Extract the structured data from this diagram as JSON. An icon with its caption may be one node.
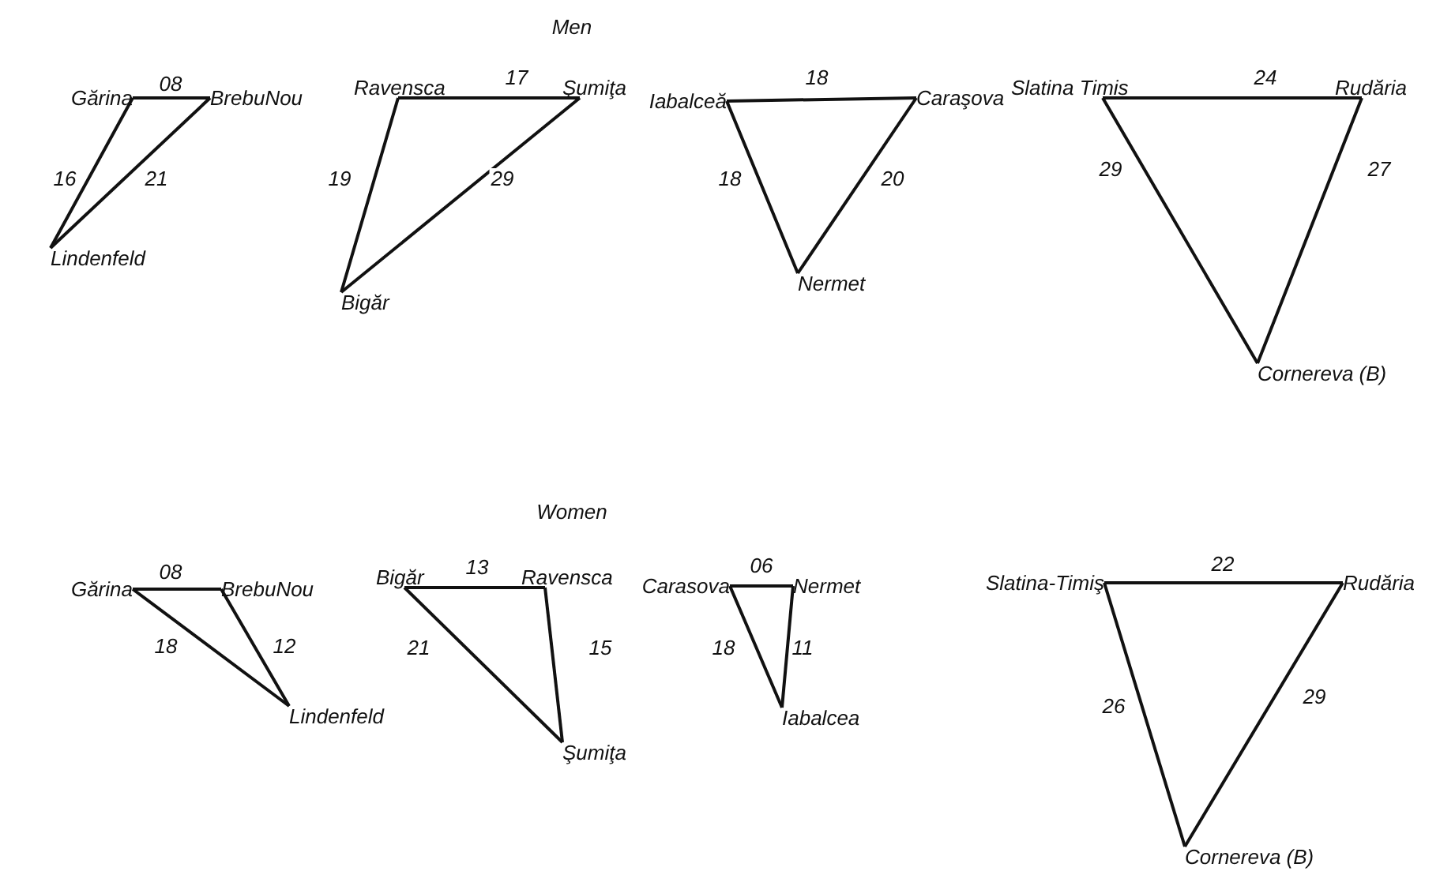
{
  "diagram": {
    "nodes": [
      {
        "text": [
          "Gărina"
        ]
      },
      {
        "text": [
          "BrebuNou"
        ]
      },
      {
        "text": [
          "Lindenfeld"
        ]
      },
      {
        "text": [
          "Ravensca"
        ]
      },
      {
        "text": [
          "Şumiţa"
        ]
      },
      {
        "text": [
          "Bigăr"
        ]
      },
      {
        "text": [
          "Iabalceă"
        ]
      },
      {
        "text": [
          "Caraşova"
        ]
      },
      {
        "text": [
          "Nermet"
        ]
      },
      {
        "text": [
          "Slatina Timis"
        ]
      },
      {
        "text": [
          "Rudăria"
        ]
      },
      {
        "text": [
          "Cornereva (B)"
        ]
      },
      {
        "text": [
          "Gărina"
        ]
      },
      {
        "text": [
          "BrebuNou"
        ]
      },
      {
        "text": [
          "Lindenfeld"
        ]
      },
      {
        "text": [
          "Bigăr"
        ]
      },
      {
        "text": [
          "Ravensca"
        ]
      },
      {
        "text": [
          "Şumiţa"
        ]
      },
      {
        "text": [
          "Carasova"
        ]
      },
      {
        "text": [
          "Nermet"
        ]
      },
      {
        "text": [
          "Iabalcea"
        ]
      },
      {
        "text": [
          "Slatina-Timiş"
        ]
      },
      {
        "text": [
          "Rudăria"
        ]
      },
      {
        "text": [
          "Cornereva (B)"
        ]
      }
    ],
    "edges": [
      {
        "from": 0,
        "to": 1,
        "arrow": "none",
        "label": "08"
      },
      {
        "from": 0,
        "to": 2,
        "arrow": "none",
        "label": "16"
      },
      {
        "from": 1,
        "to": 2,
        "arrow": "none",
        "label": "21"
      },
      {
        "from": 3,
        "to": 4,
        "arrow": "none",
        "label": "17"
      },
      {
        "from": 3,
        "to": 5,
        "arrow": "none",
        "label": "19"
      },
      {
        "from": 4,
        "to": 5,
        "arrow": "none",
        "label": "29"
      },
      {
        "from": 6,
        "to": 7,
        "arrow": "none",
        "label": "18"
      },
      {
        "from": 6,
        "to": 8,
        "arrow": "none",
        "label": "18"
      },
      {
        "from": 7,
        "to": 8,
        "arrow": "none",
        "label": "20"
      },
      {
        "from": 9,
        "to": 10,
        "arrow": "none",
        "label": "24"
      },
      {
        "from": 9,
        "to": 11,
        "arrow": "none",
        "label": "29"
      },
      {
        "from": 10,
        "to": 11,
        "arrow": "none",
        "label": "27"
      },
      {
        "from": 12,
        "to": 13,
        "arrow": "none",
        "label": "08"
      },
      {
        "from": 12,
        "to": 14,
        "arrow": "none",
        "label": "18"
      },
      {
        "from": 13,
        "to": 14,
        "arrow": "none",
        "label": "12"
      },
      {
        "from": 15,
        "to": 16,
        "arrow": "none",
        "label": "13"
      },
      {
        "from": 15,
        "to": 17,
        "arrow": "none",
        "label": "21"
      },
      {
        "from": 16,
        "to": 17,
        "arrow": "none",
        "label": "15"
      },
      {
        "from": 18,
        "to": 19,
        "arrow": "none",
        "label": "06"
      },
      {
        "from": 18,
        "to": 20,
        "arrow": "none",
        "label": "18"
      },
      {
        "from": 19,
        "to": 20,
        "arrow": "none",
        "label": "11"
      },
      {
        "from": 21,
        "to": 22,
        "arrow": "none",
        "label": "22"
      },
      {
        "from": 21,
        "to": 23,
        "arrow": "none",
        "label": "26"
      },
      {
        "from": 22,
        "to": 23,
        "arrow": "none",
        "label": "29"
      }
    ],
    "labels": [
      "Men",
      "Women"
    ]
  }
}
